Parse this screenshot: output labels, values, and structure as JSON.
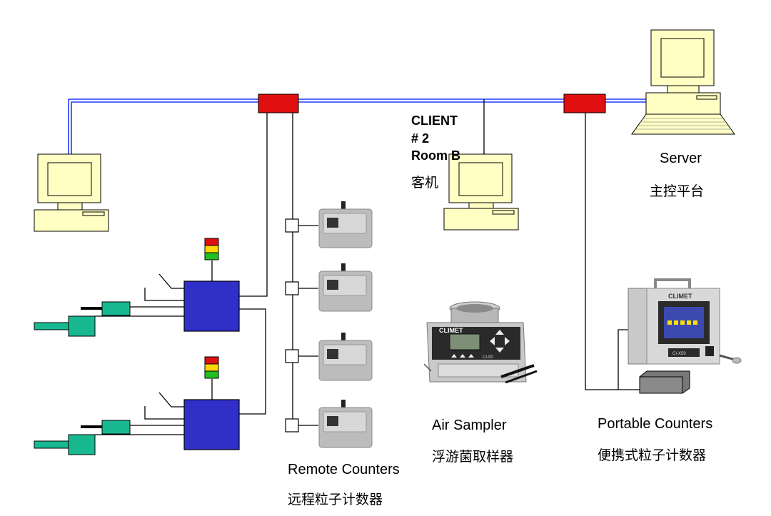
{
  "labels": {
    "client_line1": "CLIENT",
    "client_line2": "# 2",
    "client_line3": "Room B",
    "client_cn": "客机",
    "server_en": "Server",
    "server_cn": "主控平台",
    "remote_en": "Remote Counters",
    "remote_cn": "远程粒子计数器",
    "air_en": "Air Sampler",
    "air_cn": "浮游菌取样器",
    "portable_en": "Portable Counters",
    "portable_cn": "便携式粒子计数器"
  },
  "device_text": {
    "brand": "CLIMET",
    "air_model": "CI-90",
    "portable_model": "CI-X50"
  },
  "colors": {
    "network": "#1e3cff",
    "hub": "#e01010",
    "controller": "#3030c8",
    "sensor": "#18b890",
    "computer": "#ffffc4"
  }
}
